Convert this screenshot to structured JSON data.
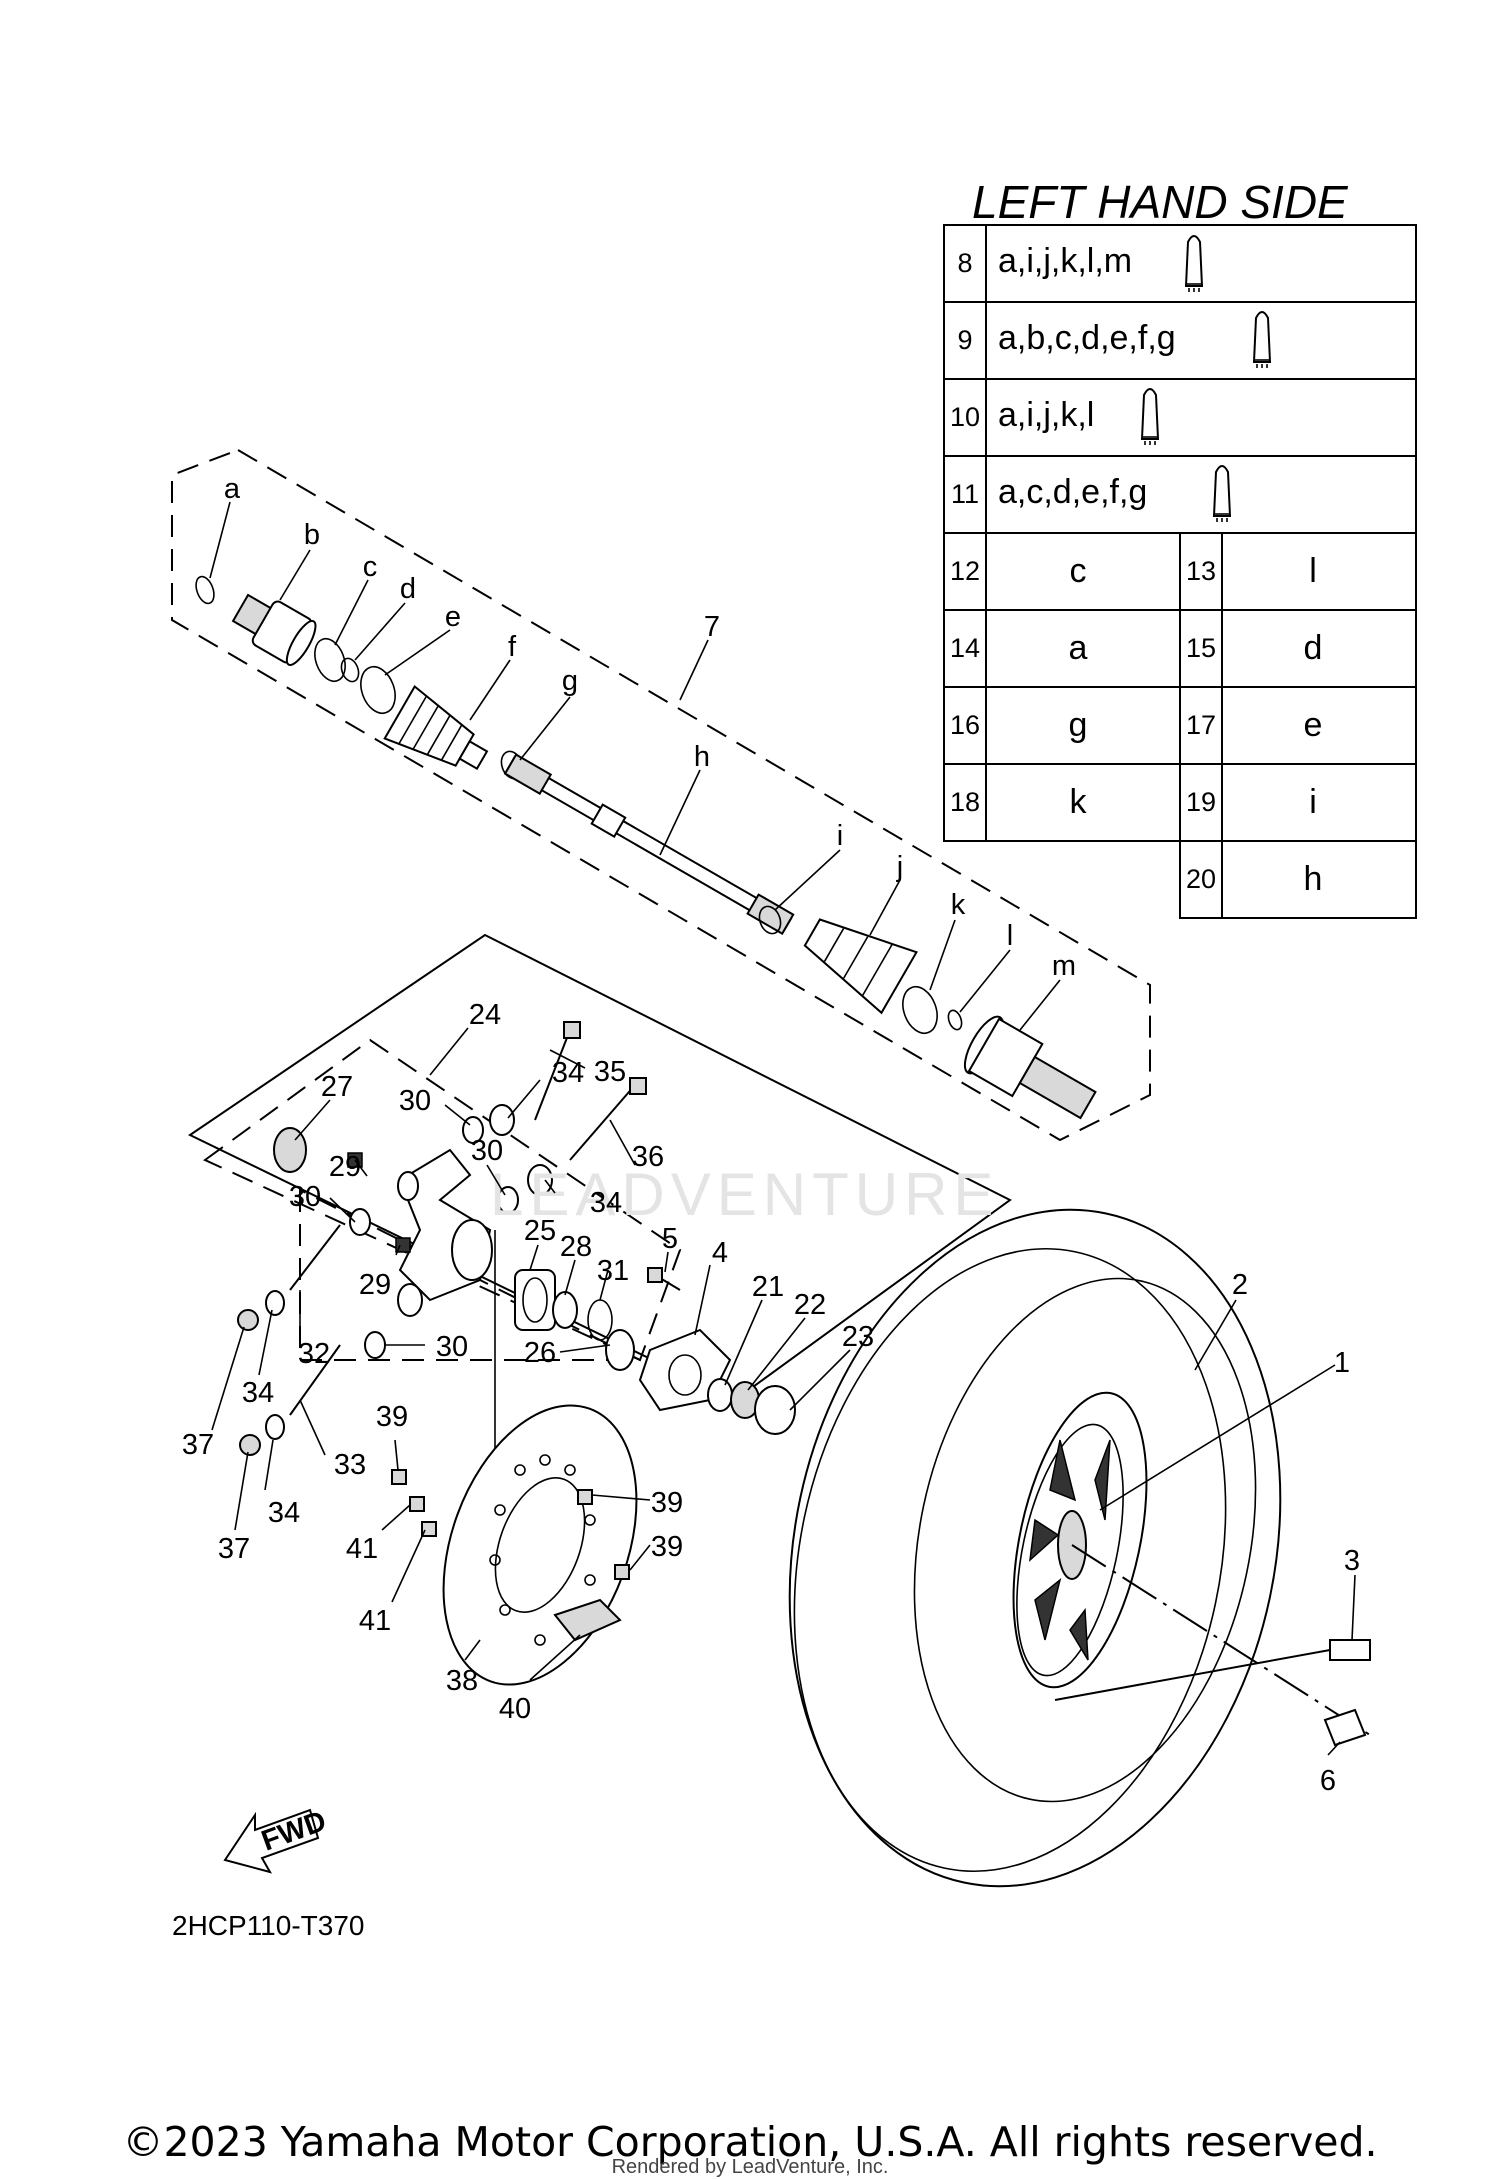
{
  "table": {
    "title": "LEFT HAND SIDE",
    "kit_rows": [
      {
        "num": "8",
        "parts": "a,i,j,k,l,m"
      },
      {
        "num": "9",
        "parts": "a,b,c,d,e,f,g"
      },
      {
        "num": "10",
        "parts": "a,i,j,k,l"
      },
      {
        "num": "11",
        "parts": "a,c,d,e,f,g"
      }
    ],
    "pair_rows": [
      {
        "n1": "12",
        "v1": "c",
        "n2": "13",
        "v2": "l"
      },
      {
        "n1": "14",
        "v1": "a",
        "n2": "15",
        "v2": "d"
      },
      {
        "n1": "16",
        "v1": "g",
        "n2": "17",
        "v2": "e"
      },
      {
        "n1": "18",
        "v1": "k",
        "n2": "19",
        "v2": "i"
      }
    ],
    "last_row": {
      "n2": "20",
      "v2": "h"
    }
  },
  "letters": [
    "a",
    "b",
    "c",
    "d",
    "e",
    "f",
    "g",
    "h",
    "i",
    "j",
    "k",
    "l",
    "m"
  ],
  "callouts": [
    "1",
    "2",
    "3",
    "4",
    "5",
    "6",
    "7",
    "21",
    "22",
    "23",
    "24",
    "25",
    "26",
    "27",
    "28",
    "29",
    "29",
    "30",
    "30",
    "30",
    "30",
    "31",
    "32",
    "33",
    "34",
    "34",
    "34",
    "34",
    "35",
    "36",
    "37",
    "37",
    "38",
    "39",
    "39",
    "39",
    "40",
    "41",
    "41"
  ],
  "fwd_label": "FWD",
  "diagram_code": "2HCP110-T370",
  "watermark": "LEADVENTURE",
  "copyright": "©2023 Yamaha Motor Corporation, U.S.A. All rights reserved.",
  "rendered_by": "Rendered by LeadVenture, Inc."
}
